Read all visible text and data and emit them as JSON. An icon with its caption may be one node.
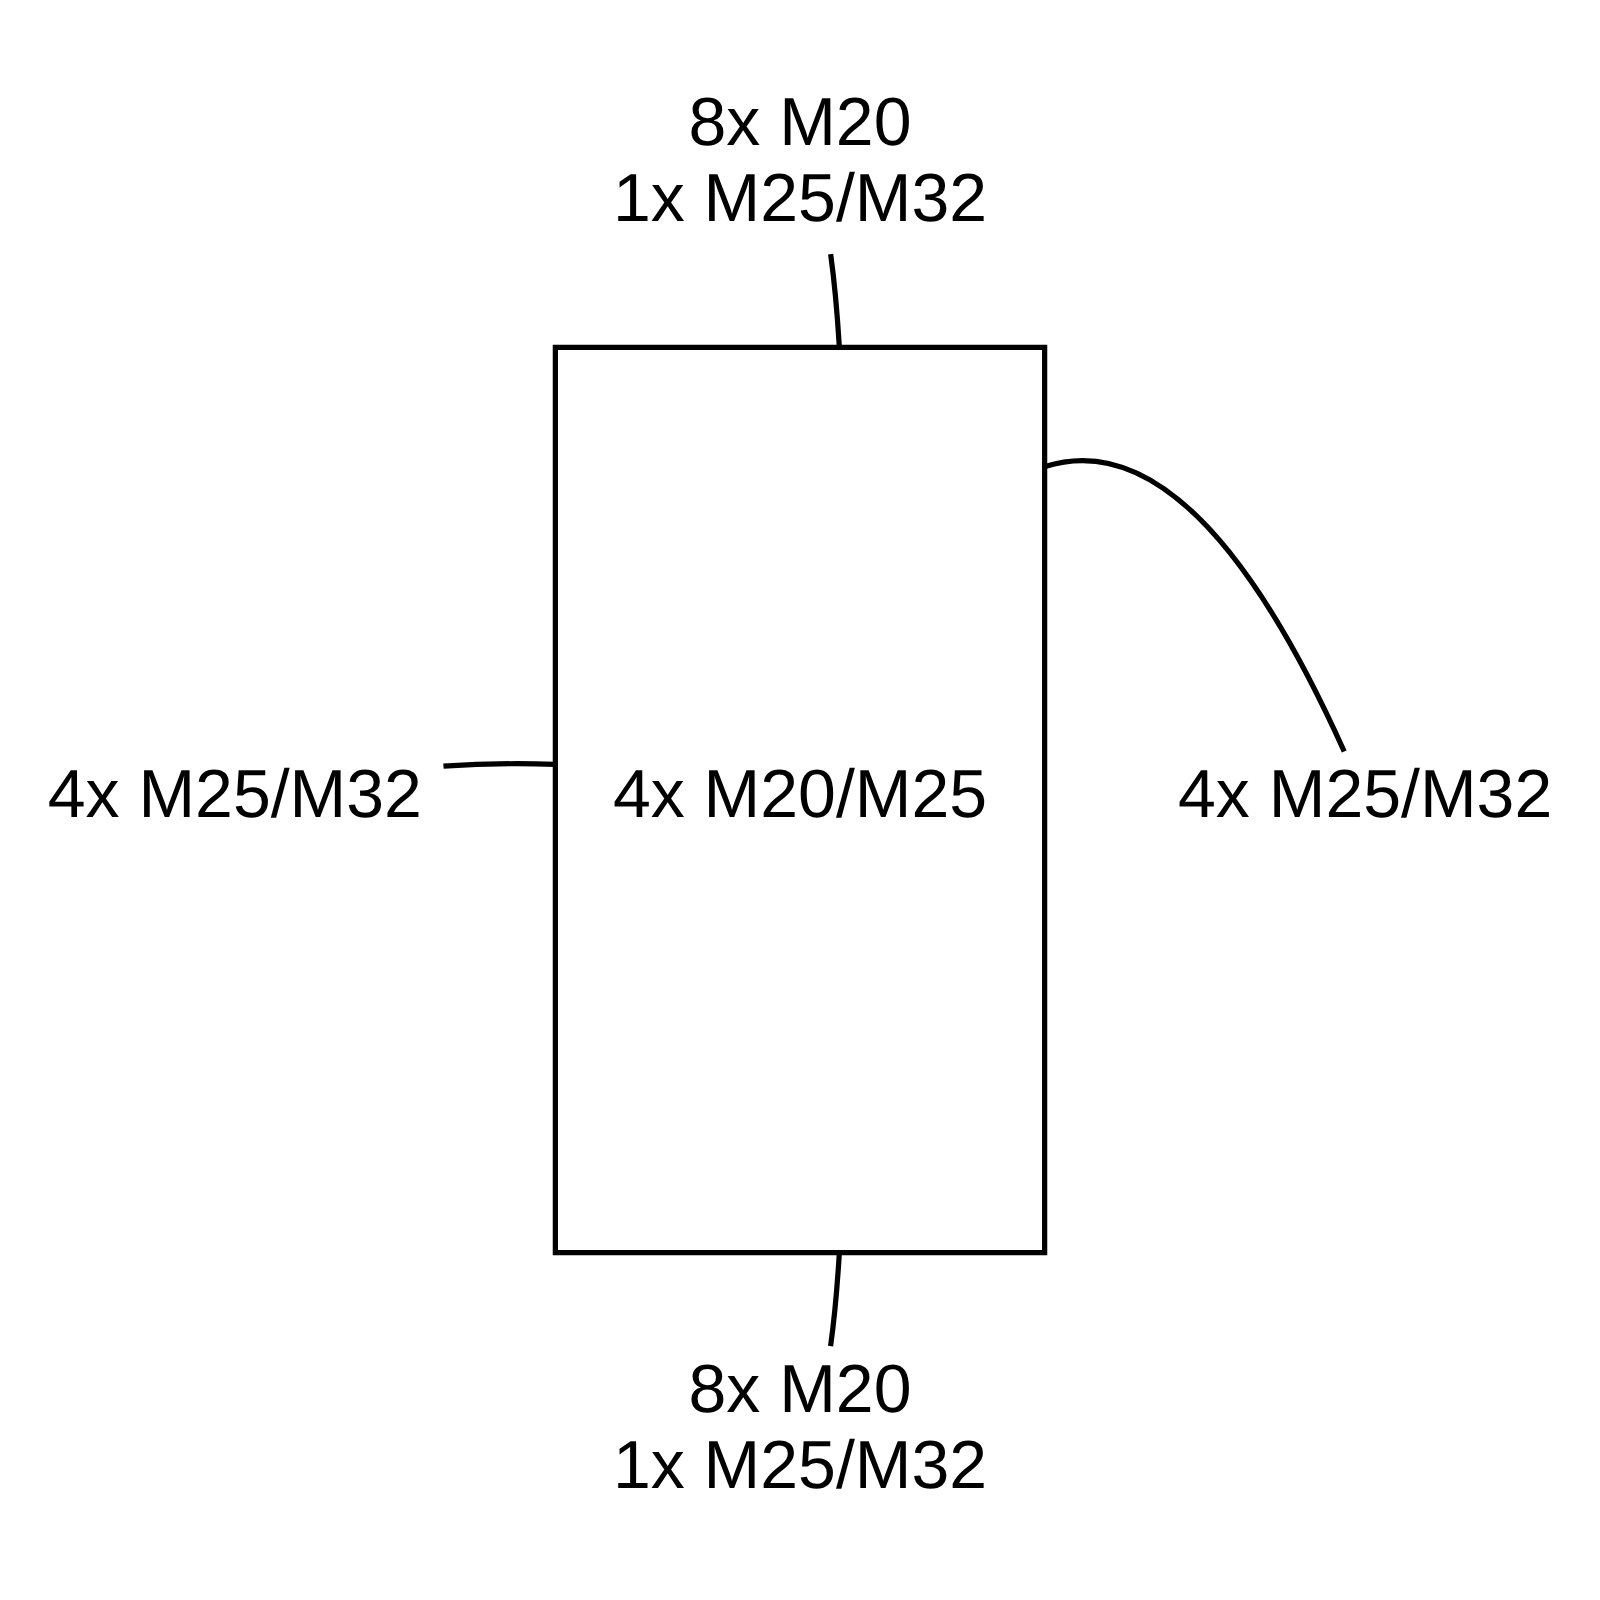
{
  "diagram": {
    "nodes": [
      {
        "text": [
          "8x M20 1x M25/M32"
        ]
      },
      {
        "text": [
          "4x M25/M32"
        ]
      },
      {
        "text": [
          "4x M20/M25"
        ]
      },
      {
        "text": [
          "4x M25/M32"
        ]
      },
      {
        "text": [
          "8x M20 1x M25/M32"
        ]
      }
    ],
    "edges": [
      {
        "from": 0,
        "to": 2,
        "arrow": "none"
      },
      {
        "from": 1,
        "to": 2,
        "arrow": "none"
      },
      {
        "from": 3,
        "to": 2,
        "arrow": "none"
      },
      {
        "from": 4,
        "to": 2,
        "arrow": "none"
      }
    ]
  }
}
